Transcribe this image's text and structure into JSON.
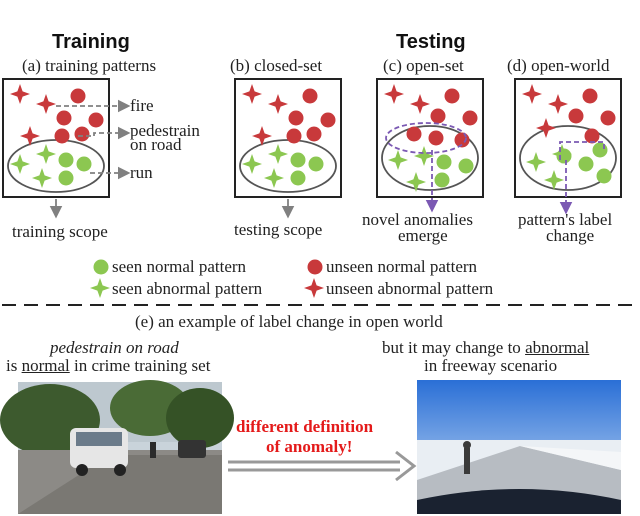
{
  "header": {
    "training": "Training",
    "testing": "Testing"
  },
  "panels": [
    {
      "caption": "(a) training patterns"
    },
    {
      "caption": "(b) closed-set"
    },
    {
      "caption": "(c) open-set"
    },
    {
      "caption": "(d) open-world"
    }
  ],
  "annotations": {
    "fire": "fire",
    "pedestrain_line1": "pedestrain",
    "pedestrain_line2": "on road",
    "run": "run",
    "training_scope": "training scope",
    "testing_scope": "testing scope",
    "novel_line1": "novel anomalies",
    "novel_line2": "emerge",
    "label_line1": "pattern's label",
    "label_line2": "change"
  },
  "legend": {
    "seen_normal": "seen normal pattern",
    "unseen_normal": "unseen normal pattern",
    "seen_abnormal": "seen abnormal pattern",
    "unseen_abnormal": "unseen abnormal pattern"
  },
  "example": {
    "caption": "(e) an example of label change in open world",
    "left_italic": "pedestrain on road",
    "left_prefix": "is ",
    "left_underlined": "normal",
    "left_suffix": " in crime training set",
    "right_line1_prefix": "but it may change to ",
    "right_line1_underlined": "abnormal",
    "right_line2": "in freeway scenario",
    "center_line1": "different definition",
    "center_line2": "of anomaly!"
  },
  "colors": {
    "seen_green": "#8cc751",
    "unseen_red": "#c8393b",
    "arrow_gray": "#808080",
    "arrow_purple": "#7b59b3",
    "emphasis_red": "#e41a1a"
  }
}
